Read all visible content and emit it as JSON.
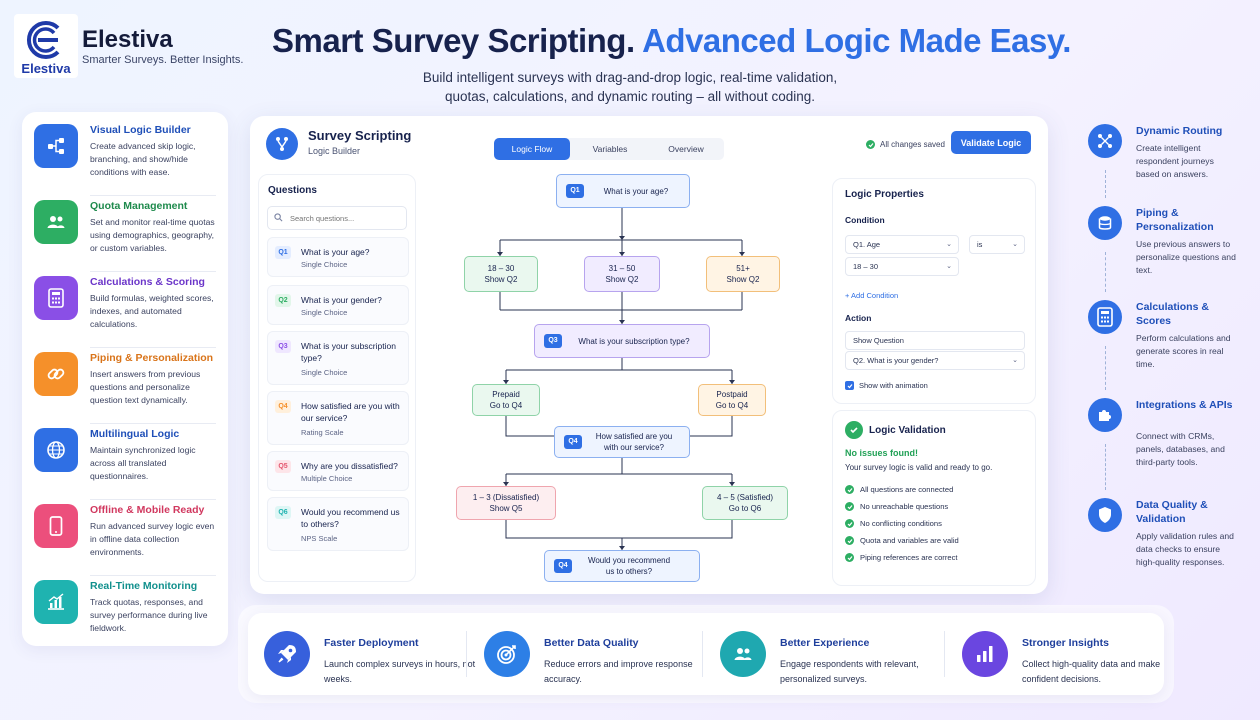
{
  "brand": {
    "logo_word": "Elestiva",
    "name": "Elestiva",
    "tagline": "Smarter Surveys. Better Insights."
  },
  "hero": {
    "headline_part1": "Smart Survey Scripting.",
    "headline_part2": "Advanced Logic Made Easy.",
    "subhead_line1": "Build intelligent surveys with drag-and-drop logic, real-time validation,",
    "subhead_line2": "quotas, calculations, and dynamic routing – all without coding."
  },
  "left_features": [
    {
      "title": "Visual Logic Builder",
      "desc": "Create advanced skip logic, branching, and show/hide conditions with ease.",
      "icon": "flow-icon",
      "color": "#2f6fe4",
      "title_color": "#1f4fb8"
    },
    {
      "title": "Quota Management",
      "desc": "Set and monitor real-time quotas using demographics, geography, or custom variables.",
      "icon": "users-icon",
      "color": "#2dae63",
      "title_color": "#1e8a4c"
    },
    {
      "title": "Calculations & Scoring",
      "desc": "Build formulas, weighted scores, indexes, and automated calculations.",
      "icon": "calculator-icon",
      "color": "#8a4fe6",
      "title_color": "#6b35c9"
    },
    {
      "title": "Piping & Personalization",
      "desc": "Insert answers from previous questions and personalize question text dynamically.",
      "icon": "link-icon",
      "color": "#f5902a",
      "title_color": "#d9741a"
    },
    {
      "title": "Multilingual Logic",
      "desc": "Maintain synchronized logic across all translated questionnaires.",
      "icon": "globe-icon",
      "color": "#2f6fe4",
      "title_color": "#1f4fb8"
    },
    {
      "title": "Offline & Mobile Ready",
      "desc": "Run advanced survey logic even in offline data collection environments.",
      "icon": "phone-icon",
      "color": "#ec4f7c",
      "title_color": "#d1385f"
    },
    {
      "title": "Real-Time Monitoring",
      "desc": "Track quotas, responses, and survey performance during live fieldwork.",
      "icon": "chart-icon",
      "color": "#1fb3b0",
      "title_color": "#11908d"
    }
  ],
  "right_features": [
    {
      "title": "Dynamic Routing",
      "desc": "Create intelligent respondent journeys based on answers.",
      "icon": "routing-icon"
    },
    {
      "title": "Piping & Personalization",
      "desc": "Use previous answers to personalize questions and text.",
      "icon": "database-icon"
    },
    {
      "title": "Calculations & Scores",
      "desc": "Perform calculations and generate scores in real time.",
      "icon": "calculator-icon"
    },
    {
      "title": "Integrations & APIs",
      "desc": "Connect with CRMs, panels, databases, and third-party tools.",
      "icon": "puzzle-icon"
    },
    {
      "title": "Data Quality & Validation",
      "desc": "Apply validation rules and data checks to ensure high-quality responses.",
      "icon": "shield-icon"
    }
  ],
  "app": {
    "title": "Survey Scripting",
    "subtitle": "Logic Builder",
    "tabs": [
      "Logic Flow",
      "Variables",
      "Overview"
    ],
    "saved_status": "All changes saved",
    "validate_label": "Validate Logic",
    "questions_heading": "Questions",
    "search_placeholder": "Search questions...",
    "questions": [
      {
        "id": "Q1",
        "text": "What is your age?",
        "type": "Single Choice",
        "color": "#2f6fe4",
        "bg": "#e4edff"
      },
      {
        "id": "Q2",
        "text": "What is your gender?",
        "type": "Single Choice",
        "color": "#2dae63",
        "bg": "#e2f6ea"
      },
      {
        "id": "Q3",
        "text": "What is your subscription type?",
        "type": "Single Choice",
        "color": "#8a4fe6",
        "bg": "#efe7ff"
      },
      {
        "id": "Q4",
        "text": "How satisfied are you with our service?",
        "type": "Rating Scale",
        "color": "#f5902a",
        "bg": "#fff0dc"
      },
      {
        "id": "Q5",
        "text": "Why are you dissatisfied?",
        "type": "Multiple Choice",
        "color": "#e4566e",
        "bg": "#fde5e9"
      },
      {
        "id": "Q6",
        "text": "Would you recommend us to others?",
        "type": "NPS Scale",
        "color": "#1fb3b0",
        "bg": "#def6f5"
      }
    ],
    "flow": {
      "q1": {
        "badge": "Q1",
        "text": "What is your age?"
      },
      "age_a": {
        "line1": "18 – 30",
        "line2": "Show Q2"
      },
      "age_b": {
        "line1": "31 – 50",
        "line2": "Show Q2"
      },
      "age_c": {
        "line1": "51+",
        "line2": "Show Q2"
      },
      "q3": {
        "badge": "Q3",
        "text": "What is your subscription type?"
      },
      "prepaid": {
        "line1": "Prepaid",
        "line2": "Go to Q4"
      },
      "postpaid": {
        "line1": "Postpaid",
        "line2": "Go to Q4"
      },
      "q4": {
        "badge": "Q4",
        "line1": "How satisfied are you",
        "line2": "with our service?"
      },
      "dissat": {
        "line1": "1 – 3 (Dissatisfied)",
        "line2": "Show Q5"
      },
      "sat": {
        "line1": "4 – 5 (Satisfied)",
        "line2": "Go to Q6"
      },
      "q6": {
        "badge": "Q4",
        "line1": "Would you recommend",
        "line2": "us to others?"
      }
    },
    "props": {
      "heading": "Logic Properties",
      "condition_label": "Condition",
      "cond_question": "Q1. Age",
      "cond_operator": "is",
      "cond_value": "18 – 30",
      "add_condition": "+ Add Condition",
      "action_label": "Action",
      "action_value": "Show Question",
      "action_target": "Q2. What is your gender?",
      "animation_label": "Show with animation"
    },
    "validation": {
      "heading": "Logic Validation",
      "status": "No issues found!",
      "message": "Your survey logic is valid and ready to go.",
      "checks": [
        "All questions are connected",
        "No unreachable questions",
        "No conflicting conditions",
        "Quota and variables are valid",
        "Piping references are correct"
      ]
    }
  },
  "benefits": [
    {
      "title": "Faster Deployment",
      "desc": "Launch complex surveys in hours, not weeks.",
      "icon": "rocket-icon",
      "color": "#3760dc"
    },
    {
      "title": "Better Data Quality",
      "desc": "Reduce errors and improve response accuracy.",
      "icon": "target-icon",
      "color": "#2d7fe6"
    },
    {
      "title": "Better Experience",
      "desc": "Engage respondents with relevant, personalized surveys.",
      "icon": "users-icon",
      "color": "#1fa8b0"
    },
    {
      "title": "Stronger Insights",
      "desc": "Collect high-quality data and make confident decisions.",
      "icon": "bar-chart-icon",
      "color": "#6a46e0"
    }
  ],
  "colors": {
    "accent": "#2f6fe4",
    "success": "#2dae63"
  }
}
